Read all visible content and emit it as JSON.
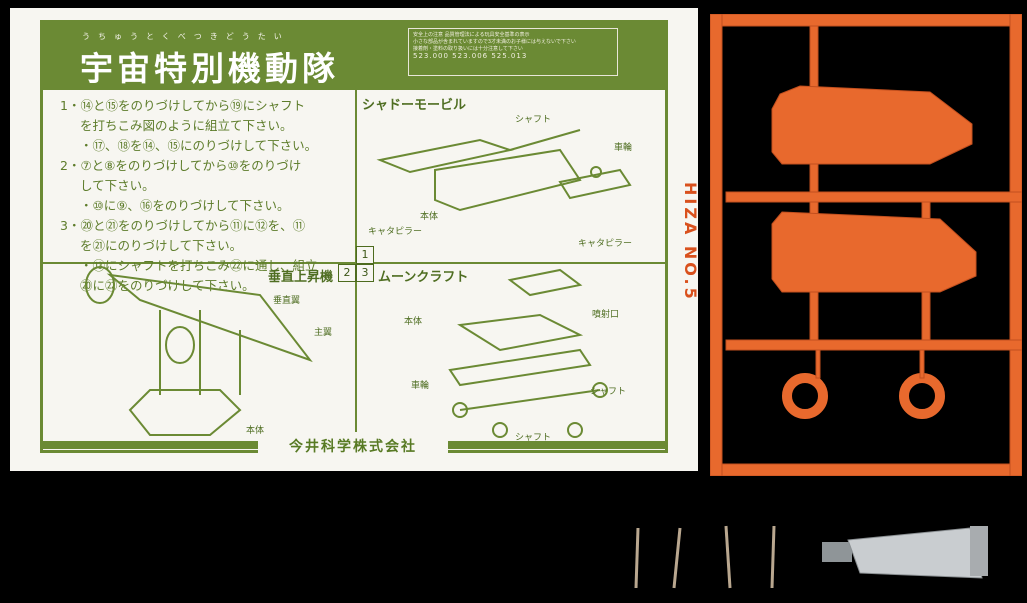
{
  "sheet": {
    "title_ruby": "うちゅうとくべつきどうたい",
    "title": "宇宙特別機動隊",
    "notice_lines": [
      "安全上の注意 品質管理法による玩具安全基準の表示",
      "小さな部品が含まれていますので3才未満のお子様には与えないで下さい",
      "接着剤・塗料の取り扱いには十分注意して下さい"
    ],
    "notice_tel": "523.000  523.006  525.013",
    "steps": [
      "1・⑭と⑮をのりづけしてから⑲にシャフト",
      "を打ちこみ図のように組立て下さい。",
      "・⑰、⑱を⑭、⑮にのりづけして下さい。",
      "2・⑦と⑧をのりづけしてから⑩をのりづけ",
      "して下さい。",
      "・⑩に⑨、⑯をのりづけして下さい。",
      "3・⑳と㉑をのりづけしてから⑪に⑫を、⑪",
      "を㉑にのりづけして下さい。",
      "・⑬にシャフトを打ちこみ㉒に通し、組立",
      "⑳に㉒をのりづけして下さい。"
    ],
    "section_shadow": "シャドーモービル",
    "section_vtol": "垂直上昇機",
    "section_moon": "ムーンクラフト",
    "box_nums": [
      "1",
      "2",
      "3"
    ],
    "labels": {
      "shaft": "シャフト",
      "wheel": "車輪",
      "body": "本体",
      "caterpillar": "キャタピラー",
      "vertical_wing": "垂直翼",
      "main_wing": "主翼",
      "nozzle": "噴射口"
    },
    "footer": "今井科学株式会社"
  },
  "sprue_text": "HIZA NO.5",
  "colors": {
    "green": "#6b8a34",
    "paper": "#f7f6f1",
    "orange": "#e8692d"
  }
}
